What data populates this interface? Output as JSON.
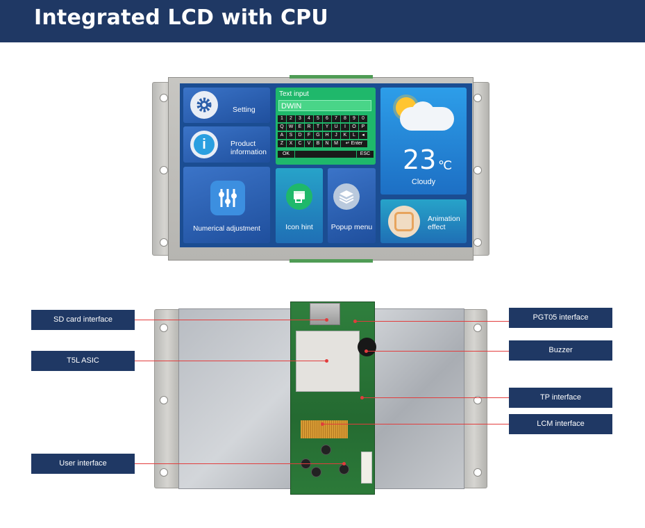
{
  "header": {
    "title": "Integrated LCD with CPU"
  },
  "screen": {
    "setting_label": "Setting",
    "product_line1": "Product",
    "product_line2": "information",
    "keyboard": {
      "title": "Text input",
      "value": "DWIN",
      "rows": [
        [
          "1",
          "2",
          "3",
          "4",
          "5",
          "6",
          "7",
          "8",
          "9",
          "0"
        ],
        [
          "Q",
          "W",
          "E",
          "R",
          "T",
          "Y",
          "U",
          "I",
          "O",
          "P"
        ],
        [
          "A",
          "S",
          "D",
          "F",
          "G",
          "H",
          "J",
          "K",
          "L",
          "◂"
        ],
        [
          "Z",
          "X",
          "C",
          "V",
          "B",
          "N",
          "M",
          "↵ Enter"
        ]
      ],
      "ok": "OK",
      "esc": "ESC"
    },
    "weather": {
      "temperature": "23",
      "unit": "℃",
      "condition": "Cloudy"
    },
    "numerical_label": "Numerical adjustment",
    "icon_hint_label": "Icon hint",
    "popup_label": "Popup menu",
    "animation_line1": "Animation",
    "animation_line2": "effect"
  },
  "callouts": {
    "sd_card": "SD card interface",
    "t5l": "T5L ASIC",
    "user": "User interface",
    "pgt05": "PGT05 interface",
    "buzzer": "Buzzer",
    "tp": "TP interface",
    "lcm": "LCM interface"
  },
  "colors": {
    "banner": "#1f3864",
    "leader_line": "#e23c3c",
    "keyboard": "#1fb86b"
  }
}
